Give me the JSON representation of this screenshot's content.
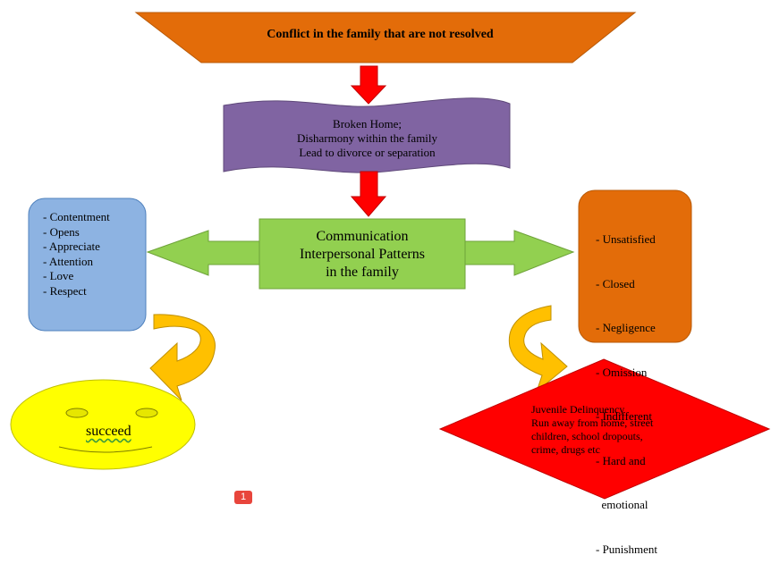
{
  "colors": {
    "top_banner": "#E36C09",
    "broken_home": "#8064A2",
    "arrow_red": "#FF0000",
    "communication_box": "#92D050",
    "positive_box": "#8DB3E2",
    "negative_box": "#E36C09",
    "curved_arrow": "#FFC000",
    "smiley": "#FFFF00",
    "diamond": "#FF0000"
  },
  "top_banner": {
    "text": "Conflict in the family that are not resolved"
  },
  "broken_home": {
    "lines": [
      "Broken Home;",
      "Disharmony within the family",
      "Lead to divorce or separation"
    ]
  },
  "communication": {
    "lines": [
      "Communication",
      "Interpersonal Patterns",
      "in the family"
    ]
  },
  "positive_patterns": {
    "items": [
      "- Contentment",
      "- Opens",
      "- Appreciate",
      "- Attention",
      "- Love",
      "- Respect"
    ]
  },
  "negative_patterns": {
    "items": [
      "- Unsatisfied",
      "- Closed",
      "- Negligence",
      "- Omission",
      "- Indifferent",
      "- Hard and",
      "  emotional",
      "- Punishment"
    ]
  },
  "outcome_positive": {
    "text": "succeed"
  },
  "outcome_negative": {
    "lines": [
      "Juvenile Delinquency",
      "Run away from home, street",
      "children, school dropouts,",
      "crime, drugs etc"
    ]
  },
  "page_marker": {
    "text": "1"
  }
}
